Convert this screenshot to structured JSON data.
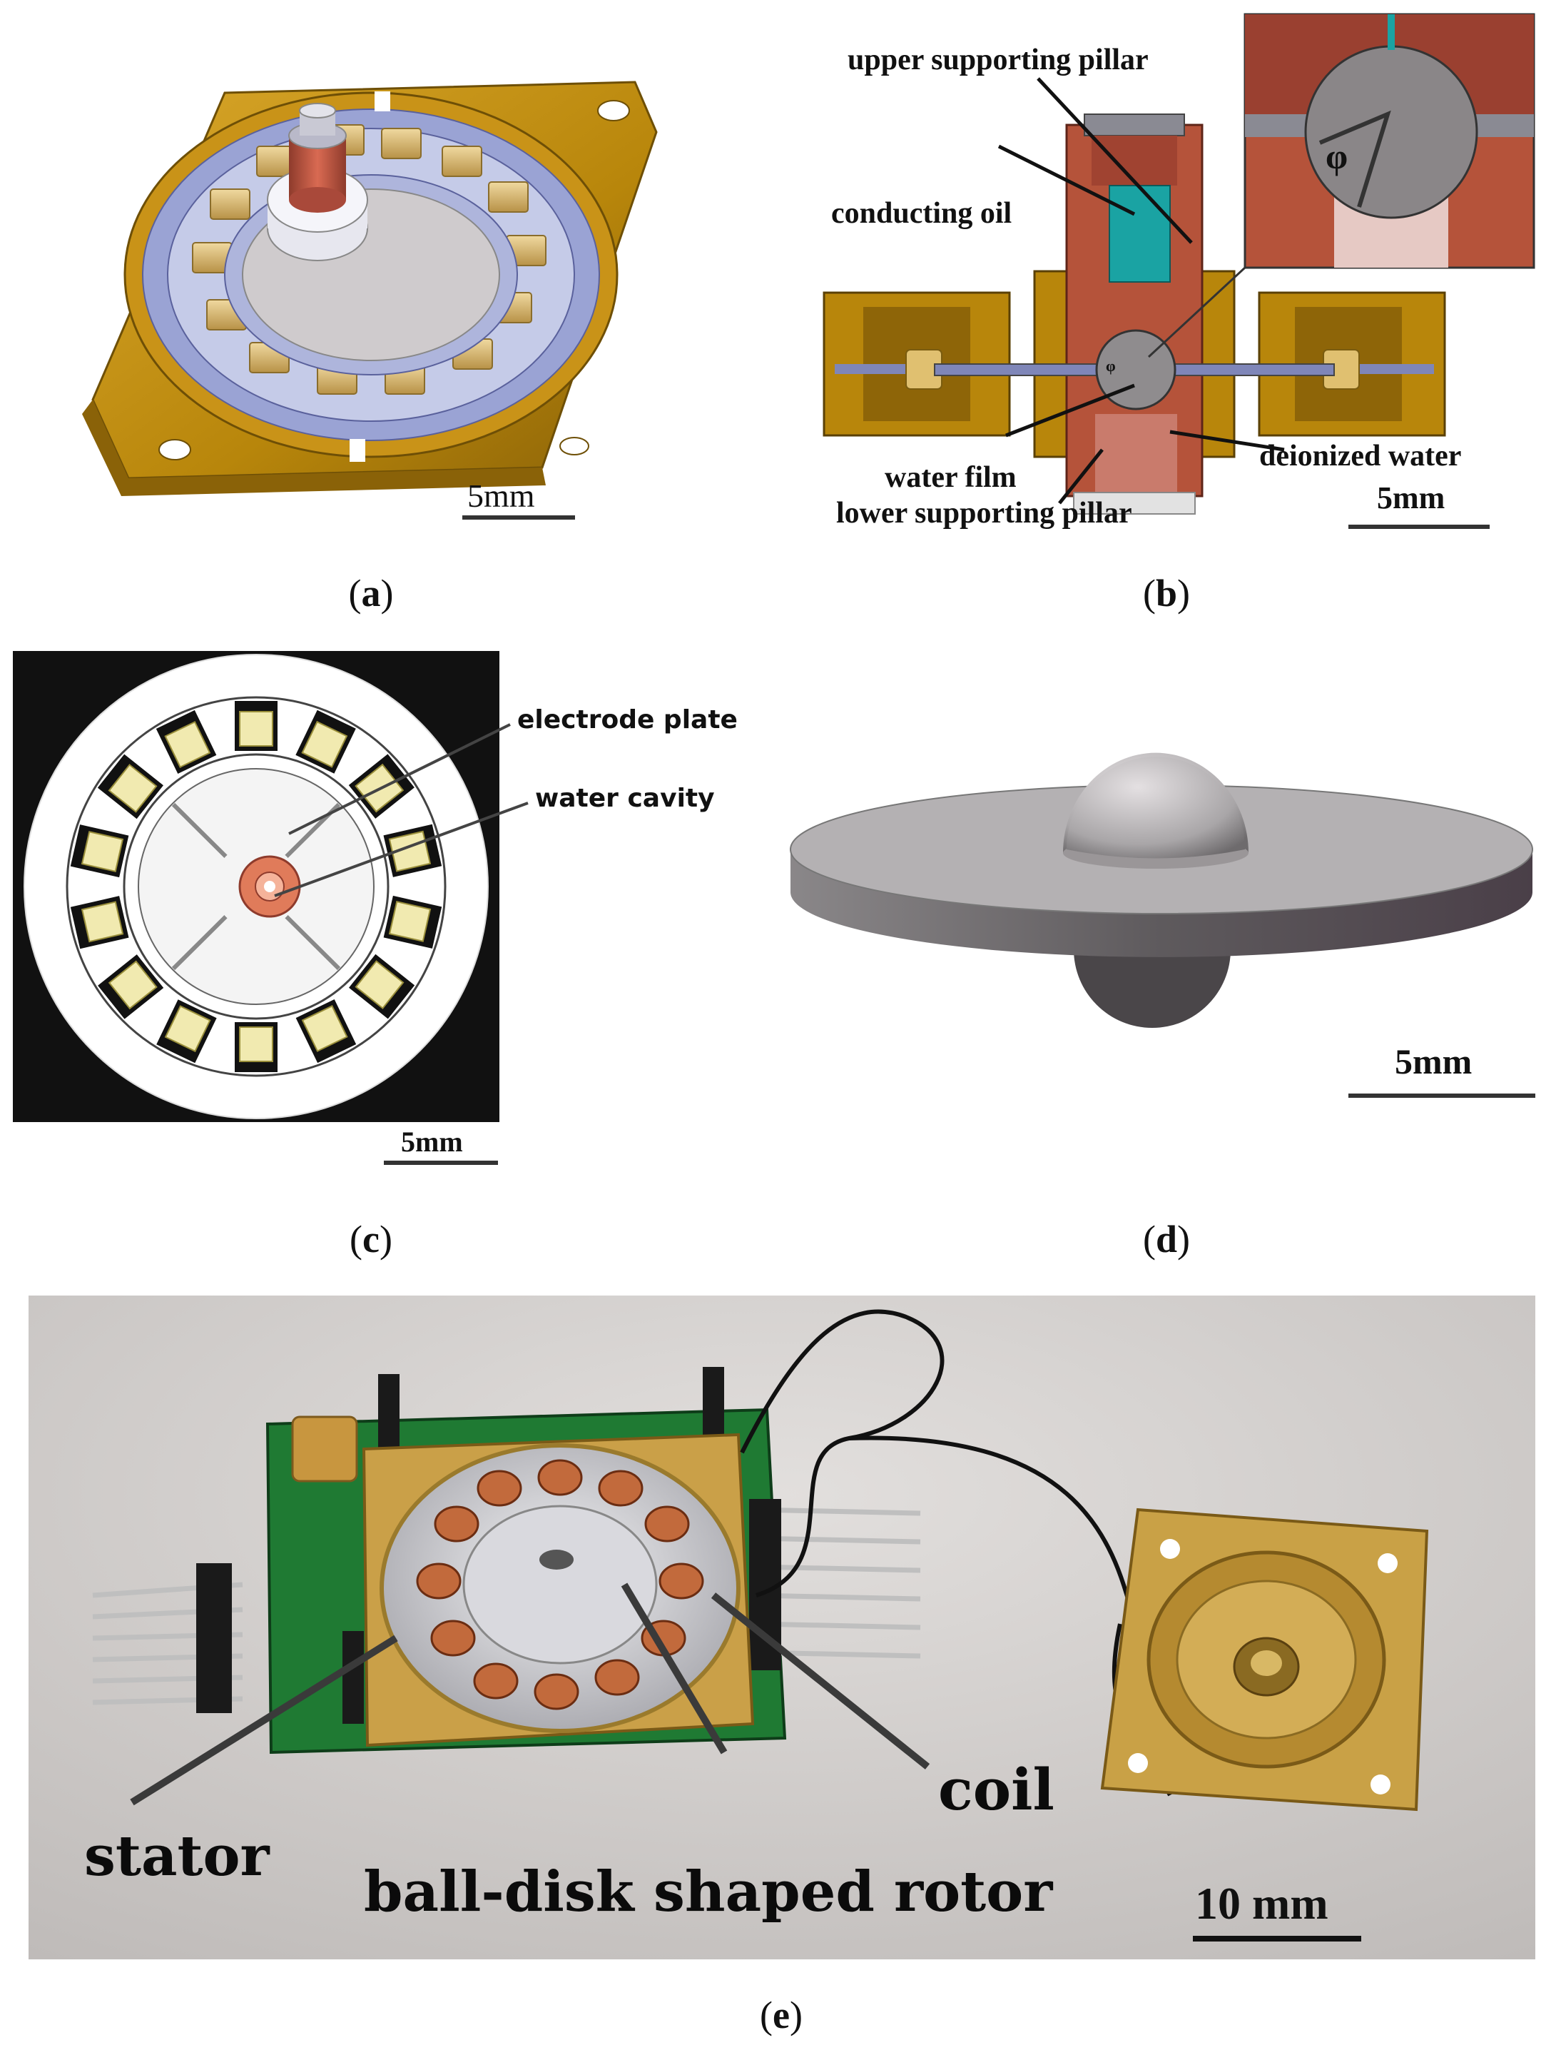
{
  "panels": {
    "a": {
      "caption_letter": "a",
      "scale_label": "5mm"
    },
    "b": {
      "caption_letter": "b",
      "scale_label": "5mm",
      "labels": {
        "upper_pillar": "upper supporting pillar",
        "conducting_oil": "conducting oil",
        "water_film": "water film",
        "lower_pillar": "lower supporting pillar",
        "deionized_water": "deionized water",
        "angle_symbol": "φ",
        "angle_symbol_small": "φ"
      }
    },
    "c": {
      "caption_letter": "c",
      "scale_label": "5mm",
      "labels": {
        "electrode_plate": "electrode plate",
        "water_cavity": "water cavity"
      }
    },
    "d": {
      "caption_letter": "d",
      "scale_label": "5mm"
    },
    "e": {
      "caption_letter": "e",
      "scale_label": "10 mm",
      "labels": {
        "stator": "stator",
        "rotor": "ball-disk shaped rotor",
        "coil": "coil"
      }
    }
  },
  "colors": {
    "brass": "#b8860b",
    "copper": "#b5533a",
    "steel_blue": "#8c97c9",
    "teal": "#1aa3a3",
    "gray_disk": "#a9a6a8",
    "pcb_green": "#1f7a33"
  }
}
